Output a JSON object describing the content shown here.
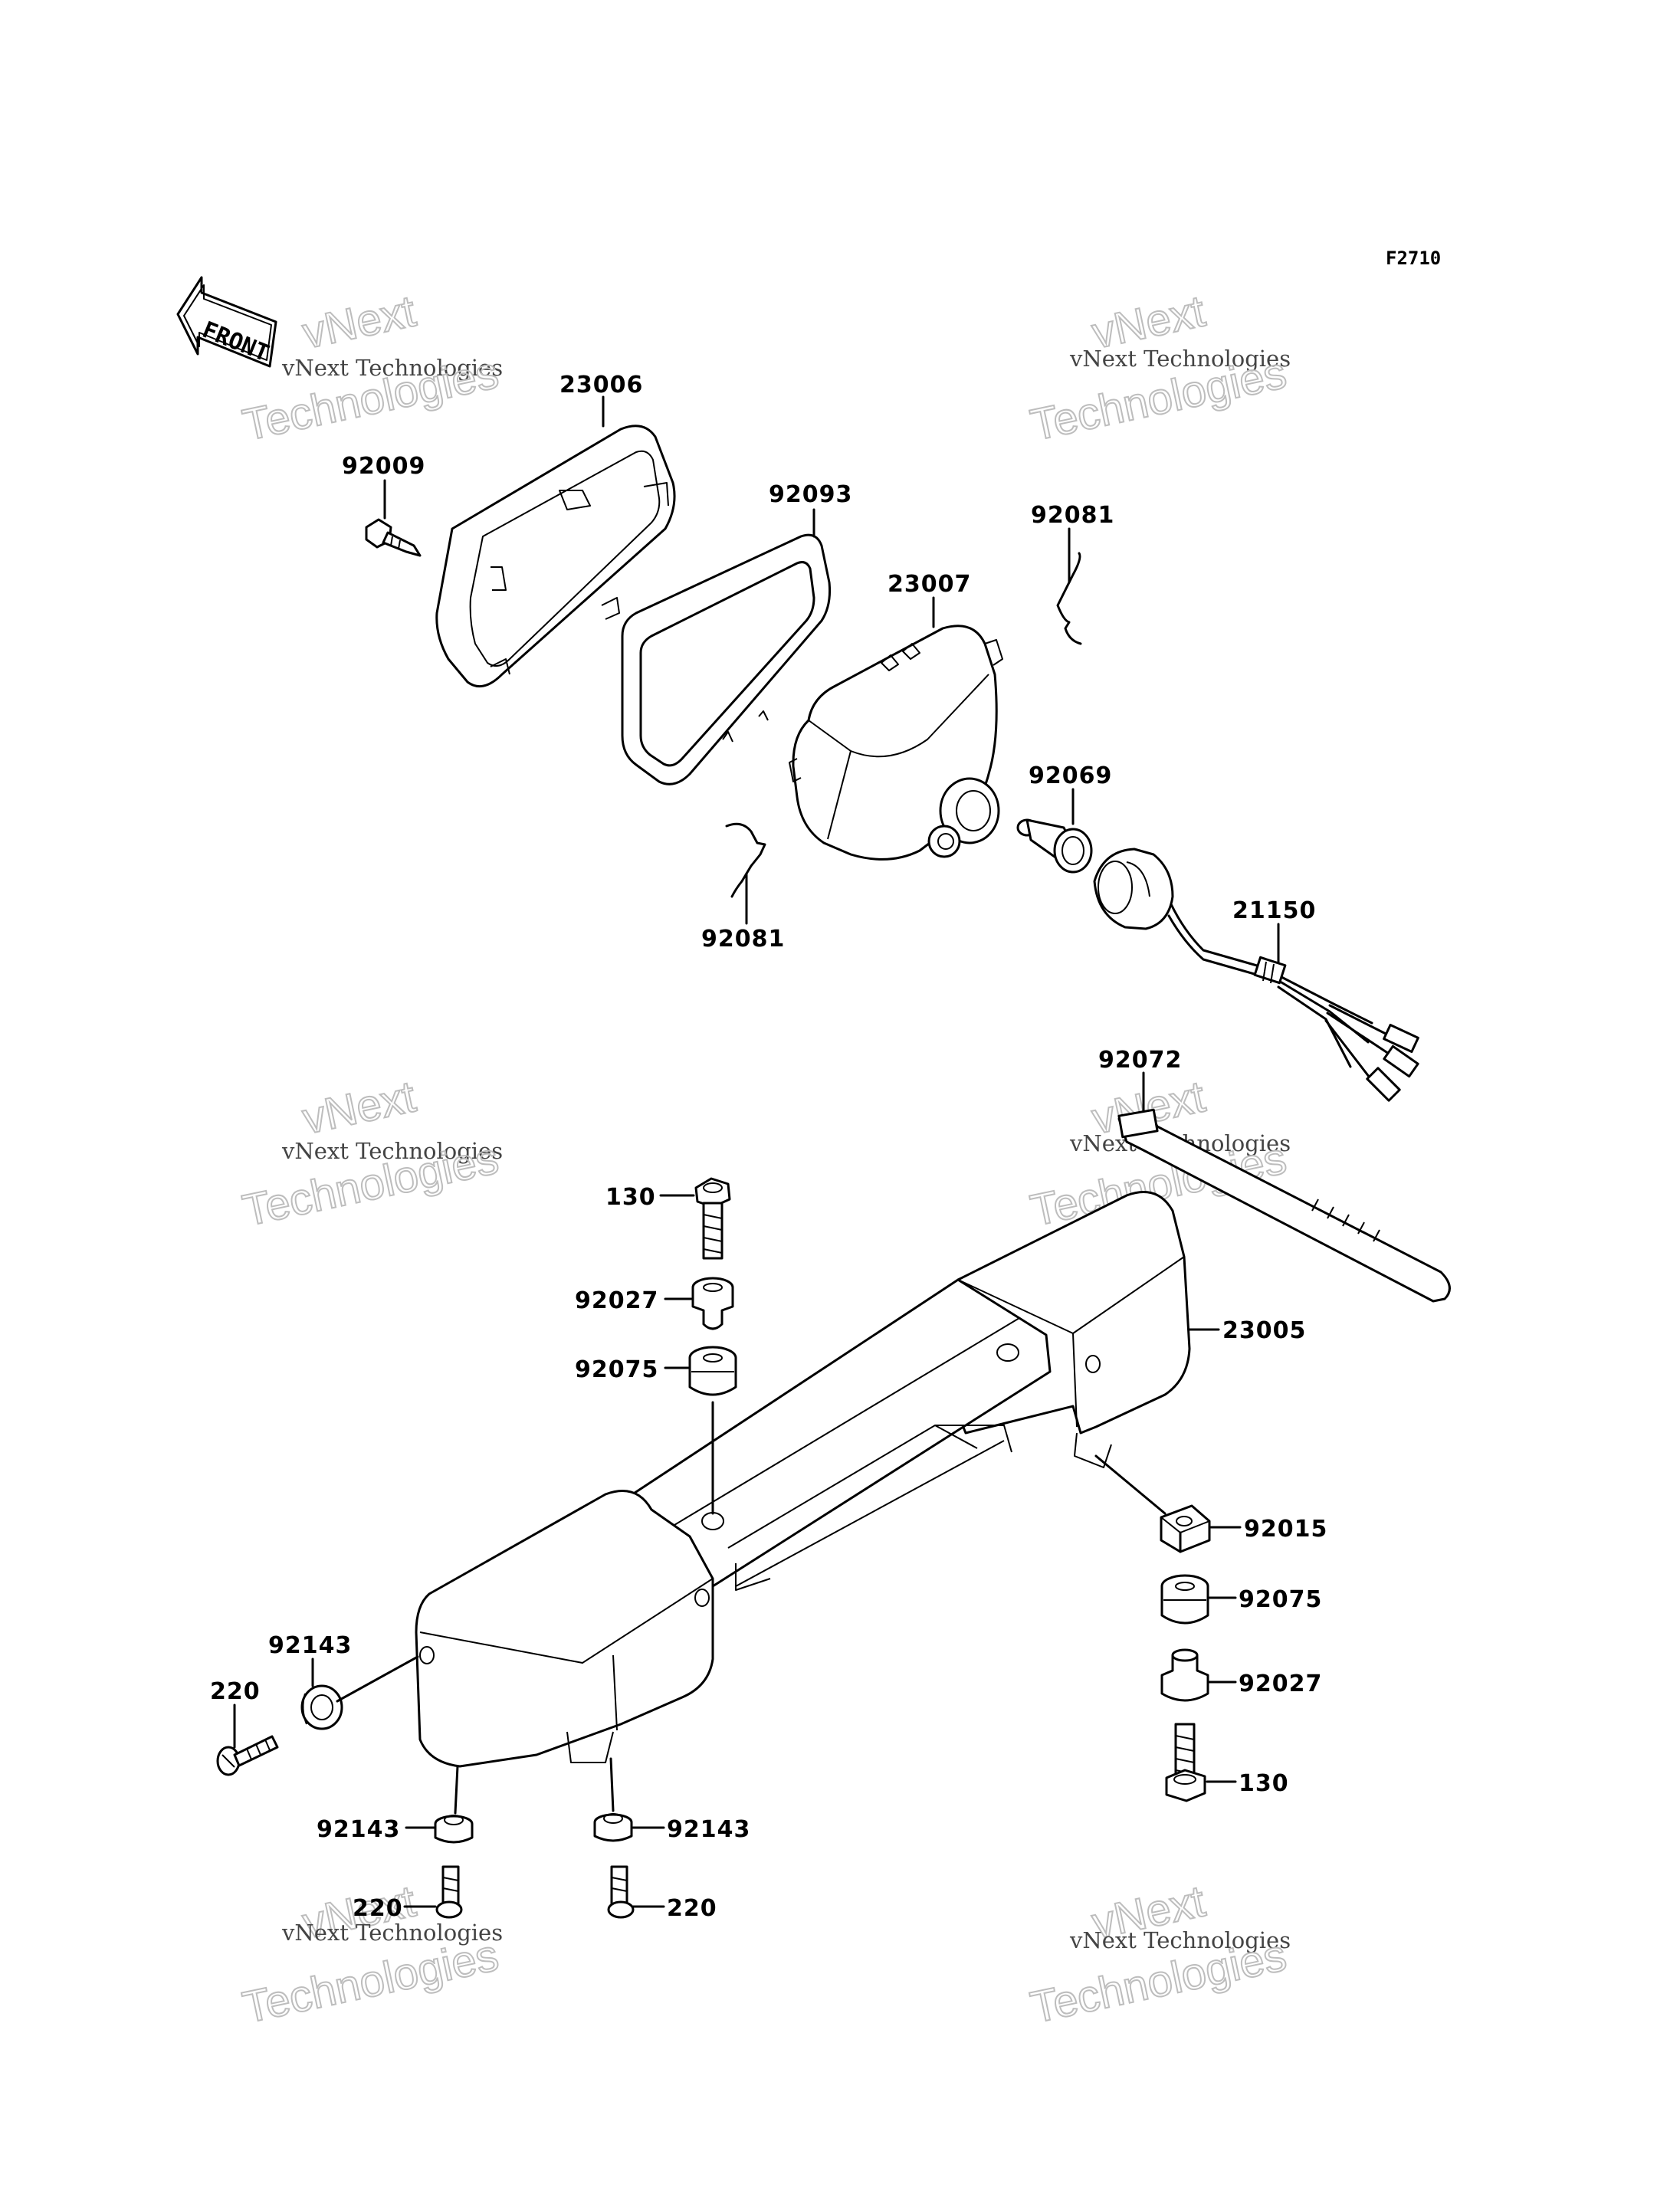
{
  "figure_id": "F2710",
  "front_arrow_text": "FRONT",
  "watermark": {
    "line1": "vNext Technologies",
    "line2_a": "vNext",
    "line2_b": "Technologies"
  },
  "part_labels": {
    "p23006": "23006",
    "p92009": "92009",
    "p92093": "92093",
    "p92081_top": "92081",
    "p23007": "23007",
    "p92069": "92069",
    "p92081_bottom": "92081",
    "p21150": "21150",
    "p92072": "92072",
    "p130_left": "130",
    "p92027_left": "92027",
    "p92075_left": "92075",
    "p23005": "23005",
    "p92015": "92015",
    "p92075_right": "92075",
    "p92027_right": "92027",
    "p130_right": "130",
    "p92143_side": "92143",
    "p220_side": "220",
    "p92143_bottom_left": "92143",
    "p92143_bottom_right": "92143",
    "p220_bottom_left": "220",
    "p220_bottom_right": "220"
  }
}
